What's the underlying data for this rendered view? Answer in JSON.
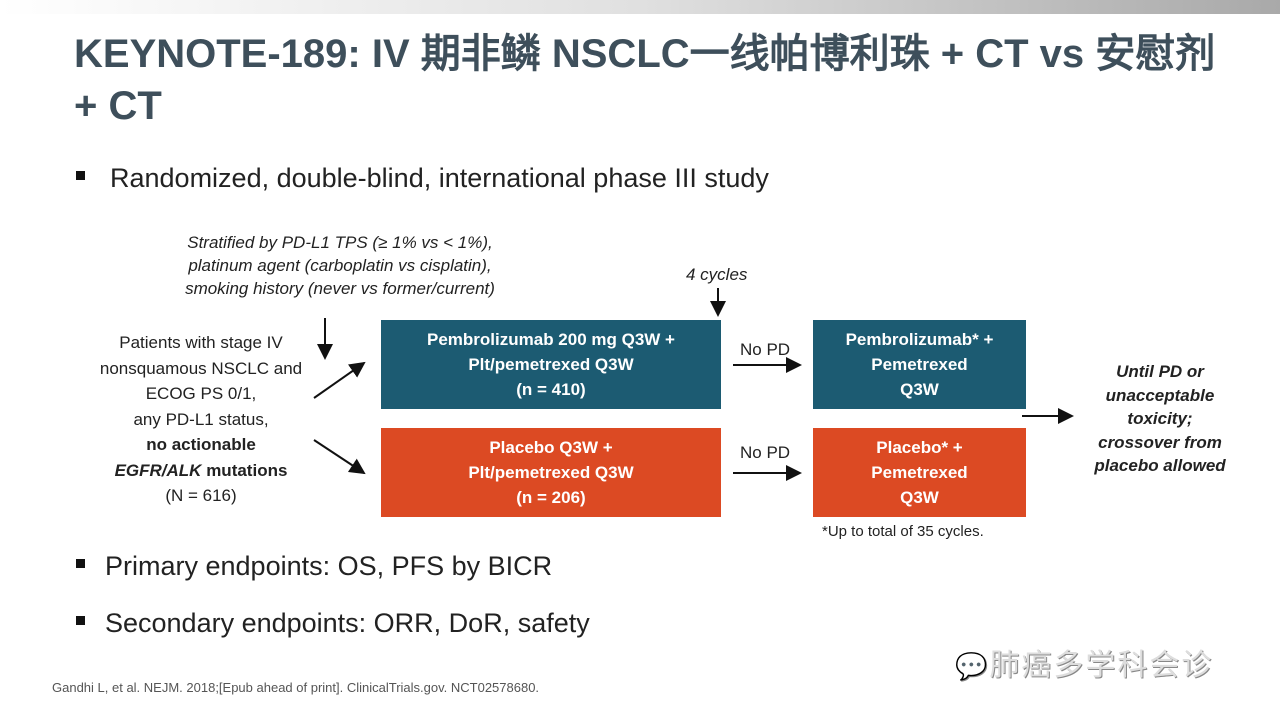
{
  "title": "KEYNOTE-189: IV 期非鳞 NSCLC一线帕博利珠 + CT vs 安慰剂 + CT",
  "bullets": [
    "Randomized, double-blind, international phase III study",
    "Primary endpoints: OS, PFS by BICR",
    "Secondary endpoints: ORR, DoR, safety"
  ],
  "stratification": [
    "Stratified by PD-L1 TPS (≥ 1% vs < 1%),",
    "platinum agent (carboplatin vs cisplatin),",
    "smoking history (never vs former/current)"
  ],
  "patients": {
    "lines": [
      "Patients with stage IV",
      "nonsquamous NSCLC and",
      "ECOG PS 0/1,",
      "any PD-L1 status,"
    ],
    "bold1": "no actionable",
    "bold2_italic": "EGFR/ALK",
    "bold2_rest": " mutations",
    "n": "(N = 616)"
  },
  "cycles_label": "4 cycles",
  "arms": [
    {
      "lines": [
        "Pembrolizumab  200 mg Q3W +",
        "Plt/pemetrexed Q3W",
        "(n = 410)"
      ],
      "nopd": "No PD",
      "maint": [
        "Pembrolizumab* +",
        "Pemetrexed",
        "Q3W"
      ]
    },
    {
      "lines": [
        "Placebo Q3W +",
        "Plt/pemetrexed Q3W",
        "(n = 206)"
      ],
      "nopd": "No PD",
      "maint": [
        "Placebo* +",
        "Pemetrexed",
        "Q3W"
      ]
    }
  ],
  "footnote_cycles": "*Up to total of 35 cycles.",
  "until": [
    "Until PD or",
    "unacceptable",
    "toxicity;",
    "crossover from",
    "placebo allowed"
  ],
  "reference": "Gandhi L, et al. NEJM. 2018;[Epub ahead of print]. ClinicalTrials.gov. NCT02578680.",
  "watermark": "肺癌多学科会诊",
  "colors": {
    "teal": "#1c5b72",
    "orange": "#dc4a23",
    "title": "#3e4f5b"
  }
}
